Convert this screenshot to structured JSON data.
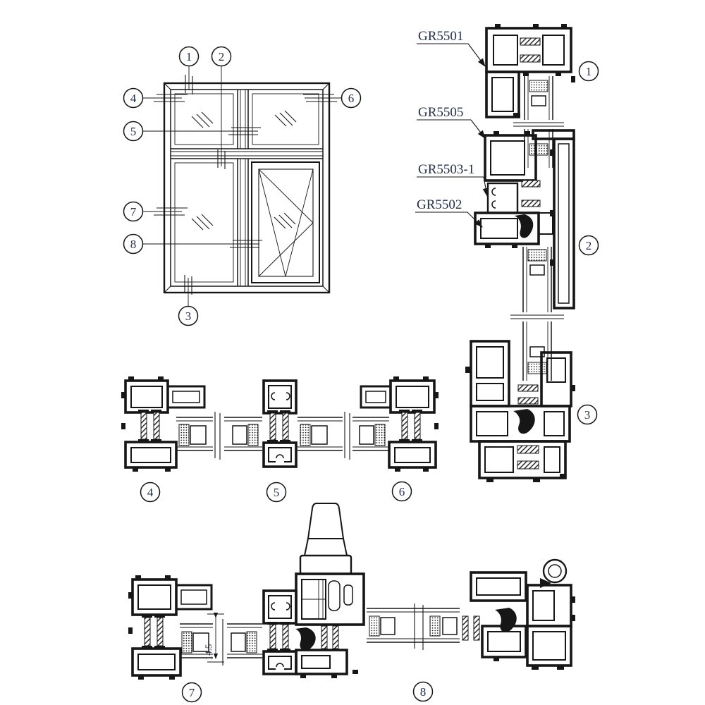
{
  "drawing": {
    "profile_labels": [
      {
        "text": "GR5501"
      },
      {
        "text": "GR5505"
      },
      {
        "text": "GR5503-1"
      },
      {
        "text": "GR5502"
      }
    ],
    "elevation_callouts": {
      "c1": "1",
      "c2": "2",
      "c3": "3",
      "c4": "4",
      "c5": "5",
      "c6": "6",
      "c7": "7",
      "c8": "8"
    },
    "section_ids": {
      "s1": "1",
      "s2": "2",
      "s3": "3",
      "s4": "4",
      "s5": "5",
      "s6": "6",
      "s7": "7",
      "s8": "8"
    },
    "dimensions": {
      "glass_unit_thickness": "14.5"
    },
    "colors": {
      "line": "#161616",
      "text": "#25304e",
      "background": "#ffffff"
    }
  }
}
